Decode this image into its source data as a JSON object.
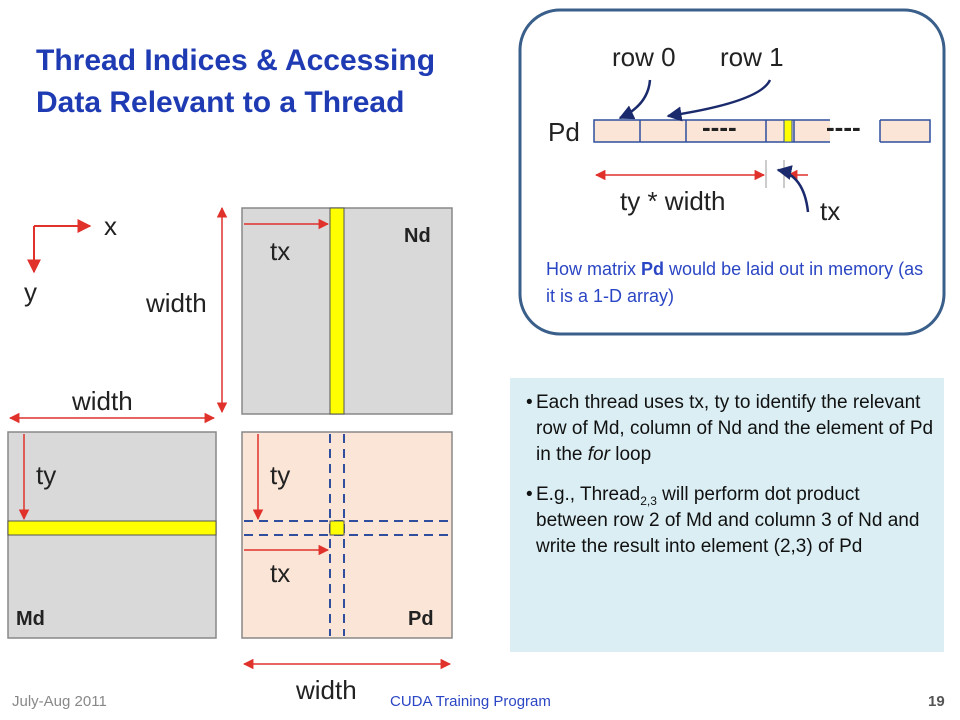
{
  "title_line1": "Thread Indices & Accessing",
  "title_line2": "Data Relevant to a Thread",
  "axes": {
    "x": "x",
    "y": "y"
  },
  "nd": {
    "name": "Nd",
    "tx": "tx",
    "width": "width"
  },
  "md": {
    "name": "Md",
    "ty": "ty",
    "width": "width"
  },
  "pd": {
    "name": "Pd",
    "ty": "ty",
    "tx": "tx",
    "width": "width"
  },
  "memory": {
    "pd_label": "Pd",
    "row0": "row 0",
    "row1": "row 1",
    "dashes1": "----",
    "dashes2": "----",
    "ty_width": "ty * width",
    "tx": "tx",
    "caption_a": "How matrix ",
    "caption_b": "Pd",
    "caption_c": " would be laid out in memory (as it is a 1-D array)"
  },
  "notes": {
    "b1": "Each thread uses tx, ty to  identify the relevant row of Md, column of Nd and the element of Pd in the ",
    "b1_em": "for",
    "b1_end": " loop",
    "b2_a": "E.g., Thread",
    "b2_sub": "2,3",
    "b2_b": " will perform dot product between row 2 of Md and column 3 of Nd and write the result into element (2,3) of Pd"
  },
  "footer": {
    "left": "July-Aug 2011",
    "center": "CUDA Training Program",
    "page": "19"
  },
  "colors": {
    "title": "#1f3bb3",
    "arrow": "#e0312b",
    "yellow": "#ffff00",
    "gray": "#d9d9d9",
    "peach": "#fbe5d6",
    "dashed": "#2f4f9e"
  }
}
